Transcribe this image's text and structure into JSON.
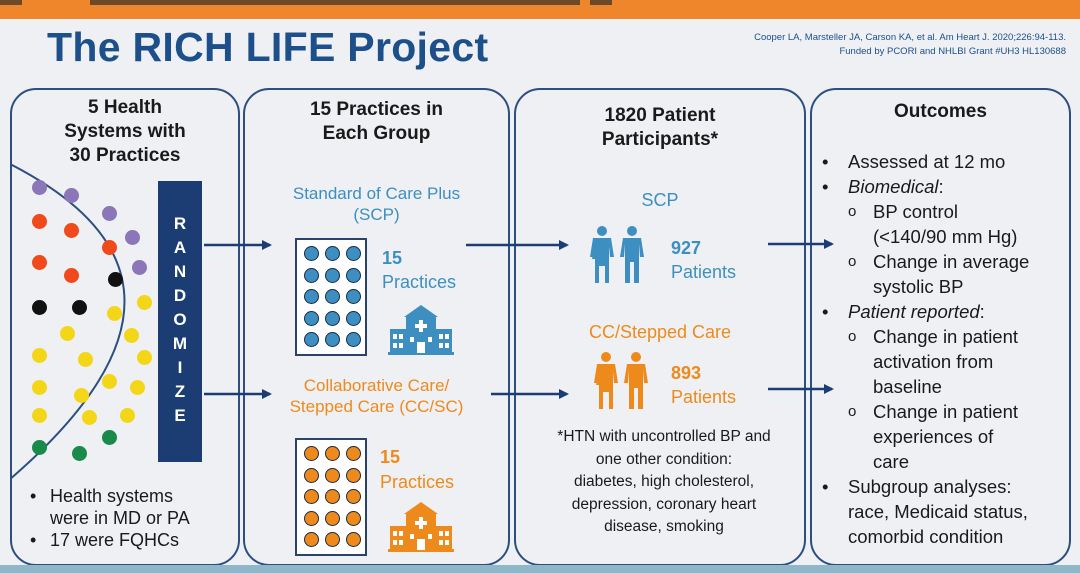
{
  "title": "The RICH LIFE Project",
  "citation": {
    "line1": "Cooper LA, Marsteller JA, Carson KA, et al. Am Heart J. 2020;226:94-113.",
    "line2": "Funded by PCORI and NHLBI Grant #UH3 HL130688"
  },
  "colors": {
    "scp": "#3d8fc1",
    "cc": "#ee8a1c",
    "navy": "#1c3d74",
    "title": "#1d4f8a"
  },
  "panel1": {
    "title_lines": [
      "5 Health",
      "Systems with",
      "30 Practices"
    ],
    "randomize_letters": [
      "R",
      "A",
      "N",
      "D",
      "O",
      "M",
      "I",
      "Z",
      "E"
    ],
    "bullet1_lines": [
      "Health systems",
      "were in MD or PA"
    ],
    "bullet2": "17 were FQHCs"
  },
  "panel2": {
    "title_lines": [
      "15 Practices in",
      "Each Group"
    ],
    "scp_label_lines": [
      "Standard of Care Plus",
      "(SCP)"
    ],
    "scp_count": "15",
    "scp_unit": "Practices",
    "cc_label_lines": [
      "Collaborative Care/",
      "Stepped Care (CC/SC)"
    ],
    "cc_count": "15",
    "cc_unit": "Practices"
  },
  "panel3": {
    "title_lines": [
      "1820 Patient",
      "Participants*"
    ],
    "scp_label": "SCP",
    "scp_count": "927",
    "scp_unit": "Patients",
    "cc_label": "CC/Stepped Care",
    "cc_count": "893",
    "cc_unit": "Patients",
    "footnote_lines": [
      "*HTN with uncontrolled BP and",
      "one other condition:",
      "diabetes, high cholesterol,",
      "depression, coronary heart",
      "disease, smoking"
    ]
  },
  "panel4": {
    "title": "Outcomes",
    "b1": "Assessed at 12 mo",
    "b2": "Biomedical",
    "b2_s1_lines": [
      "BP control",
      "(<140/90 mm Hg)"
    ],
    "b2_s2_lines": [
      "Change in average",
      "systolic BP"
    ],
    "b3": "Patient reported",
    "b3_s1_lines": [
      "Change in patient",
      "activation from",
      "baseline"
    ],
    "b3_s2_lines": [
      "Change in patient",
      "experiences of",
      "care"
    ],
    "b4_lines": [
      "Subgroup analyses:",
      "race, Medicaid status,",
      "comorbid condition"
    ]
  }
}
